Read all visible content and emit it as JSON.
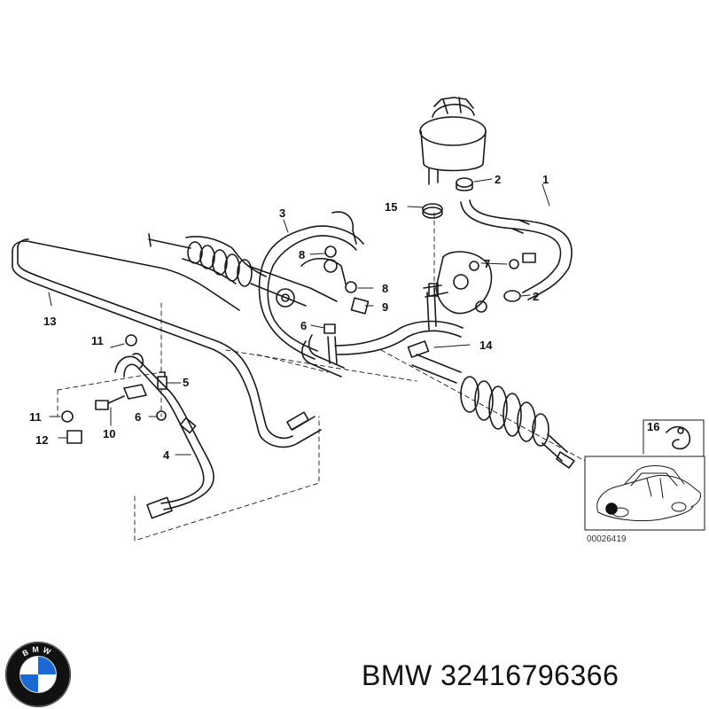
{
  "diagram": {
    "callouts": {
      "c1": "1",
      "c2a": "2",
      "c2b": "2",
      "c3": "3",
      "c4": "4",
      "c5": "5",
      "c6a": "6",
      "c6b": "6",
      "c7": "7",
      "c8a": "8",
      "c8b": "8",
      "c9": "9",
      "c10": "10",
      "c11a": "11",
      "c11b": "11",
      "c12": "12",
      "c13": "13",
      "c14": "14",
      "c15": "15",
      "c16": "16"
    },
    "drawing_code": "00026419"
  },
  "footer": {
    "brand": "BMW",
    "part_number": "32416796366",
    "logo_letters": "BMW"
  },
  "colors": {
    "line": "#1a1a1a",
    "logo_blue": "#1c69d4",
    "logo_ring": "#111111"
  }
}
